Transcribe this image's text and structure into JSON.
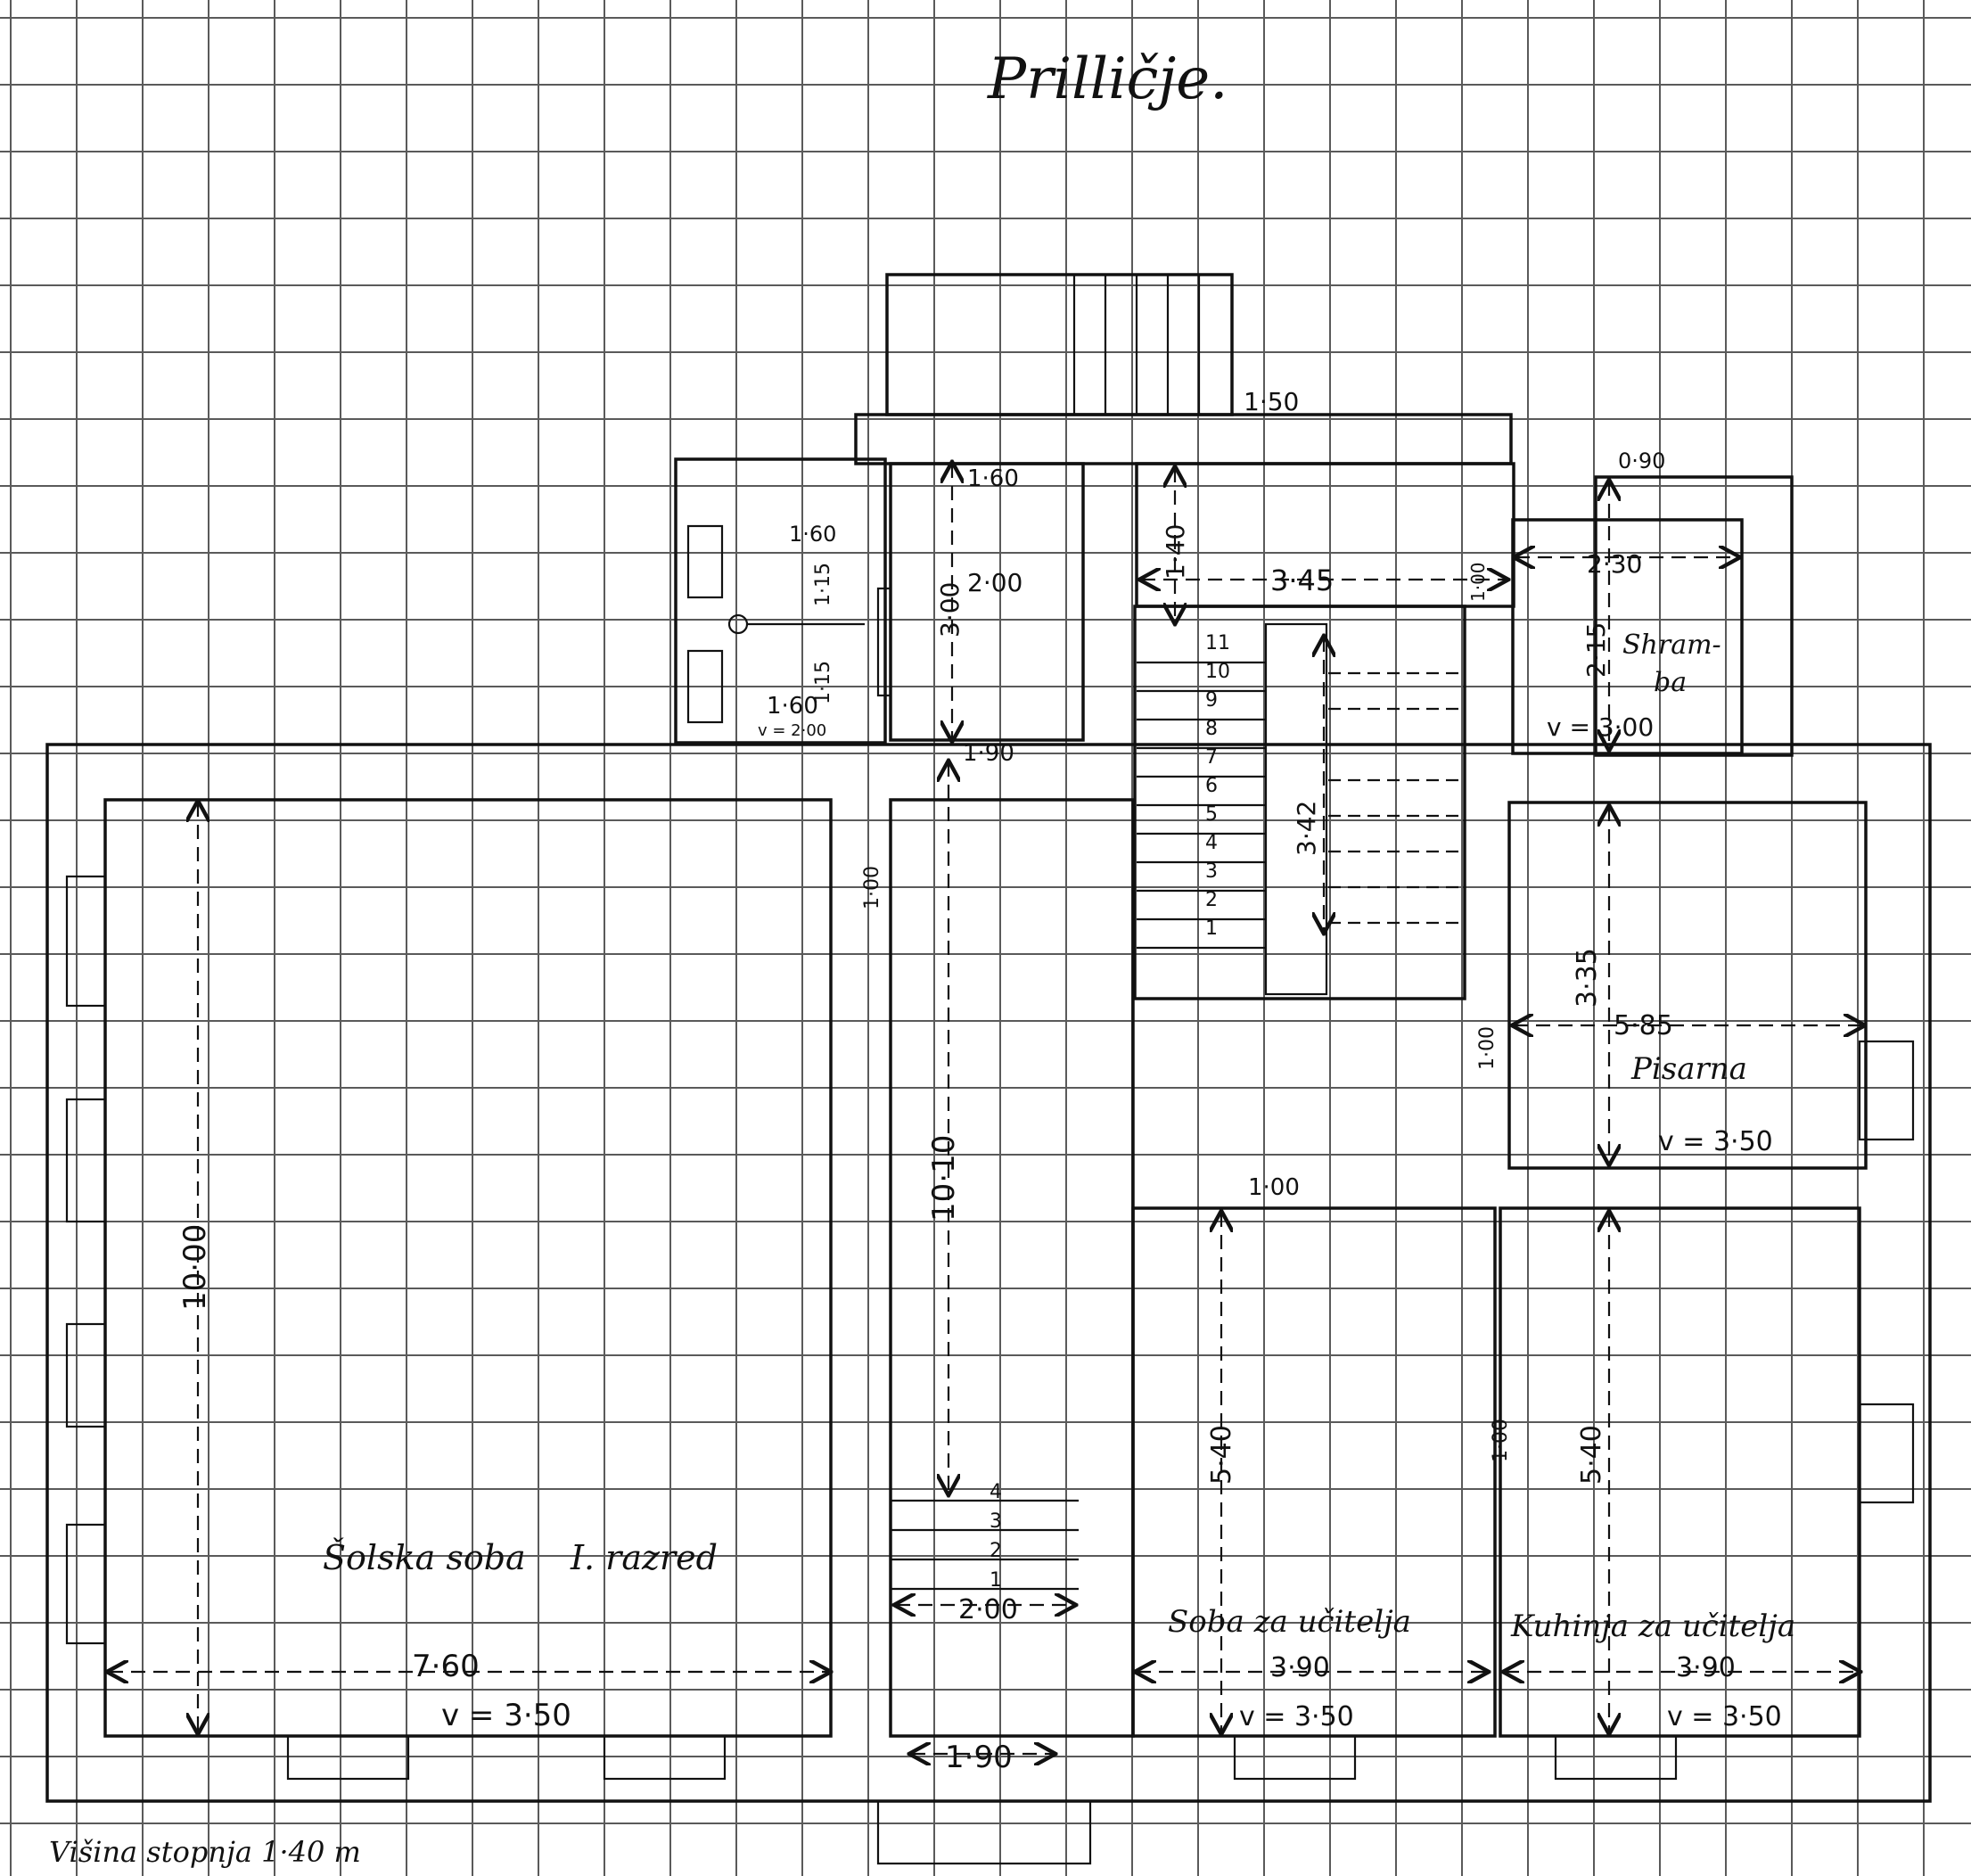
{
  "title": "Prilličje.",
  "rooms": {
    "classroom": {
      "name": "Šolska soba",
      "grade": "I. razred",
      "width": "7·60",
      "length": "10·00",
      "height": "v = 3·50"
    },
    "corridor": {
      "length": "10·10",
      "width_stairs": "2·00",
      "exit_width": "1·90"
    },
    "teacher_room": {
      "name": "Soba za učitelja",
      "width": "3·90",
      "length": "5·40",
      "height": "v = 3·50"
    },
    "teacher_kitchen": {
      "name": "Kuhinja za učitelja",
      "width": "3·90",
      "length": "5·40",
      "height": "v = 3·50"
    },
    "office": {
      "name": "Pisarna",
      "width": "5·85",
      "length": "3·35",
      "height": "v = 3·50"
    },
    "pantry": {
      "name_line1": "Shram-",
      "name_line2": "ba",
      "width": "2·30",
      "length": "2·15",
      "height": "v = 3·00"
    },
    "toilets": {
      "dim_top": "1·60",
      "dim_side": "1·15",
      "dim_side2": "1·15",
      "dim_bottom": "1·60",
      "height": "v = 2·00"
    },
    "vestibule": {
      "length": "3·00",
      "width": "2·00",
      "door": "1·60",
      "passage": "1·90"
    },
    "stair_hall": {
      "width": "3·45",
      "depth": "1·40",
      "flight": "3·42",
      "door": "1·00",
      "entry": "1·50"
    }
  },
  "small_dims": {
    "d090": "0·90",
    "d100_classroom": "1·00",
    "d100_office": "1·00",
    "d100_teacher": "1·00",
    "d100_kitchen": "1·00",
    "d100_pantry": "1·00"
  },
  "stairs_main": [
    "11",
    "10",
    "9",
    "8",
    "7",
    "6",
    "5",
    "4",
    "3",
    "2",
    "1"
  ],
  "stairs_front": [
    "4",
    "3",
    "2",
    "1"
  ],
  "footnote": "Višina stopnja 1·40 m"
}
